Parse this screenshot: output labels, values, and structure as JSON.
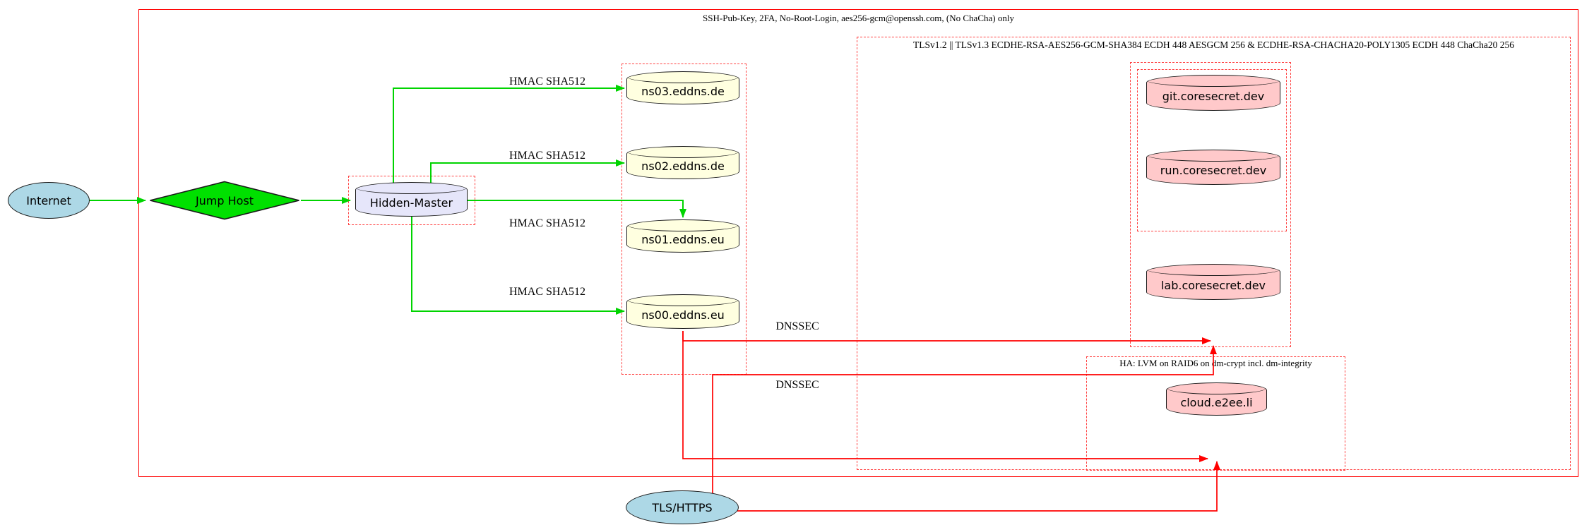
{
  "diagram": {
    "clusters": {
      "ssh": {
        "label": "SSH-Pub-Key, 2FA, No-Root-Login, aes256-gcm@openssh.com, (No ChaCha) only"
      },
      "tls": {
        "label": "TLSv1.2 || TLSv1.3 ECDHE-RSA-AES256-GCM-SHA384 ECDH 448 AESGCM 256 & ECDHE-RSA-CHACHA20-POLY1305 ECDH 448 ChaCha20 256"
      },
      "ha": {
        "label": "HA: LVM on RAID6 on dm-crypt incl. dm-integrity"
      }
    },
    "nodes": {
      "internet": {
        "label": "Internet",
        "shape": "ellipse"
      },
      "jump_host": {
        "label": "Jump Host",
        "shape": "diamond"
      },
      "hidden_master": {
        "label": "Hidden-Master",
        "shape": "cylinder"
      },
      "ns03": {
        "label": "ns03.eddns.de",
        "shape": "cylinder"
      },
      "ns02": {
        "label": "ns02.eddns.de",
        "shape": "cylinder"
      },
      "ns01": {
        "label": "ns01.eddns.eu",
        "shape": "cylinder"
      },
      "ns00": {
        "label": "ns00.eddns.eu",
        "shape": "cylinder"
      },
      "git": {
        "label": "git.coresecret.dev",
        "shape": "cylinder"
      },
      "run": {
        "label": "run.coresecret.dev",
        "shape": "cylinder"
      },
      "lab": {
        "label": "lab.coresecret.dev",
        "shape": "cylinder"
      },
      "cloud": {
        "label": "cloud.e2ee.li",
        "shape": "cylinder"
      },
      "tls_https": {
        "label": "TLS/HTTPS",
        "shape": "ellipse"
      }
    },
    "edge_labels": {
      "hmac": "HMAC SHA512",
      "dnssec": "DNSSEC"
    },
    "colors": {
      "node_blue": "#add8e6",
      "node_green": "#00e000",
      "node_lavender": "#e6e6fa",
      "node_yellow": "#ffffe0",
      "node_pink": "#ffc9ca",
      "edge_green": "#00d400",
      "edge_red": "#ff0000",
      "cluster_red": "#ff4242",
      "solid_red": "#ff0000"
    }
  }
}
